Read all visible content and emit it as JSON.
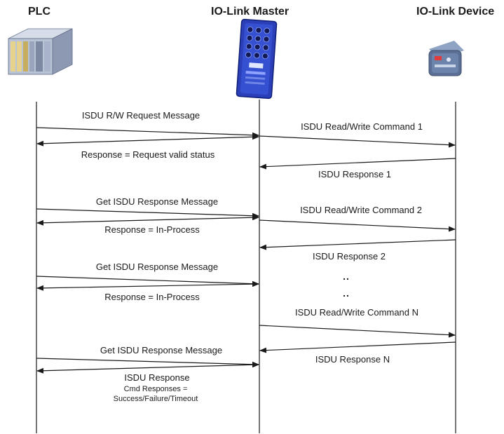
{
  "participants": {
    "plc": "PLC",
    "master": "IO-Link Master",
    "device": "IO-Link Device"
  },
  "messages": {
    "isdu_rw_request": "ISDU R/W Request Message",
    "cmd_1": "ISDU Read/Write Command 1",
    "resp_request_valid": "Response = Request valid status",
    "isdu_response_1": "ISDU Response 1",
    "get_isdu_1": "Get ISDU Response Message",
    "cmd_2": "ISDU Read/Write Command 2",
    "resp_in_process_1": "Response = In-Process",
    "isdu_response_2": "ISDU Response 2",
    "get_isdu_2": "Get ISDU Response Message",
    "ellipsis_1": "..",
    "resp_in_process_2": "Response = In-Process",
    "ellipsis_2": "..",
    "cmd_n": "ISDU Read/Write Command N",
    "get_isdu_3": "Get ISDU Response Message",
    "isdu_response_n": "ISDU Response N",
    "final_response_title": "ISDU Response",
    "final_response_line2": "Cmd Responses =",
    "final_response_line3": "Success/Failure/Timeout"
  },
  "colors": {
    "line": "#1a1a1a",
    "plc_body": "#b9c3d6",
    "master_body": "#2a3fb8",
    "device_body": "#5a6f93"
  },
  "icons": [
    "plc-rack-icon",
    "io-link-master-icon",
    "io-link-device-icon"
  ]
}
